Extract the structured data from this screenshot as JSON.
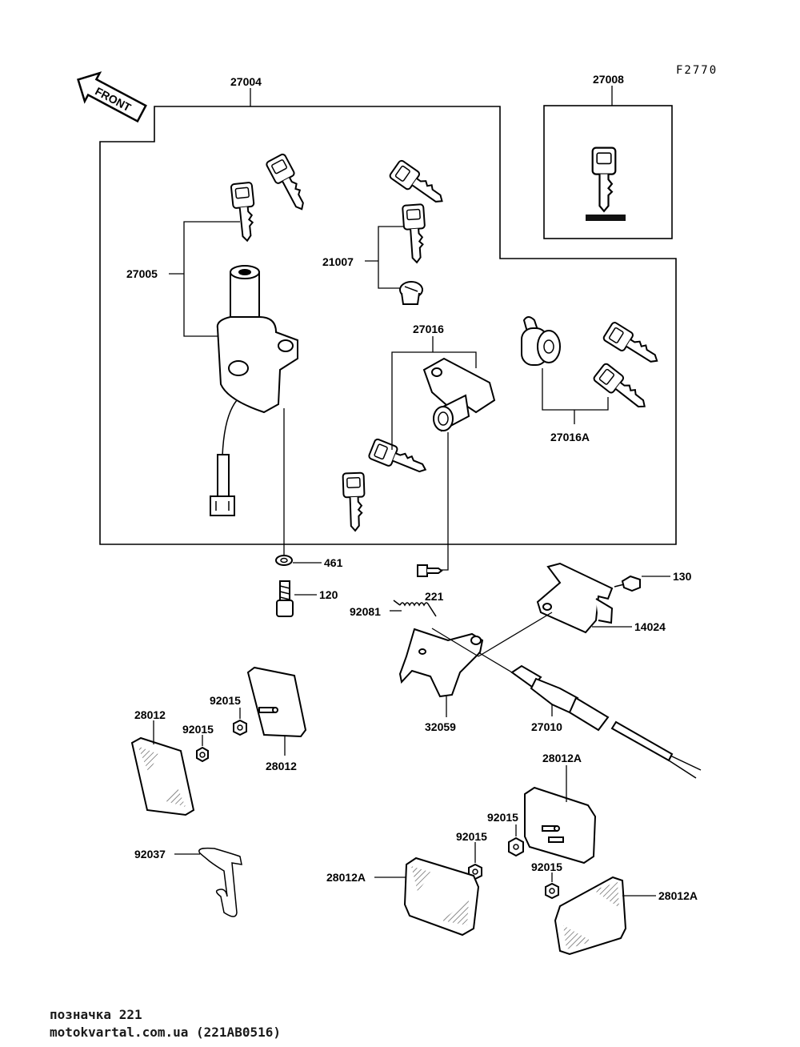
{
  "sheet_code": "F2770",
  "front_arrow_label": "FRONT",
  "labels": {
    "p27004": "27004",
    "p27008": "27008",
    "p27005": "27005",
    "p21007": "21007",
    "p27016": "27016",
    "p27016A": "27016A",
    "p461": "461",
    "p120": "120",
    "p221": "221",
    "p130": "130",
    "p14024": "14024",
    "p92081": "92081",
    "p32059": "32059",
    "p27010": "27010",
    "p92015_a": "92015",
    "p92015_b": "92015",
    "p28012_left": "28012",
    "p28012_right": "28012",
    "p92037": "92037",
    "p28012A_top": "28012A",
    "p92015_c": "92015",
    "p92015_d": "92015",
    "p92015_e": "92015",
    "p28012A_left": "28012A",
    "p28012A_right": "28012A"
  },
  "footer": {
    "line1": "позначка 221",
    "line2": "motokvartal.com.ua (221AB0516)"
  }
}
